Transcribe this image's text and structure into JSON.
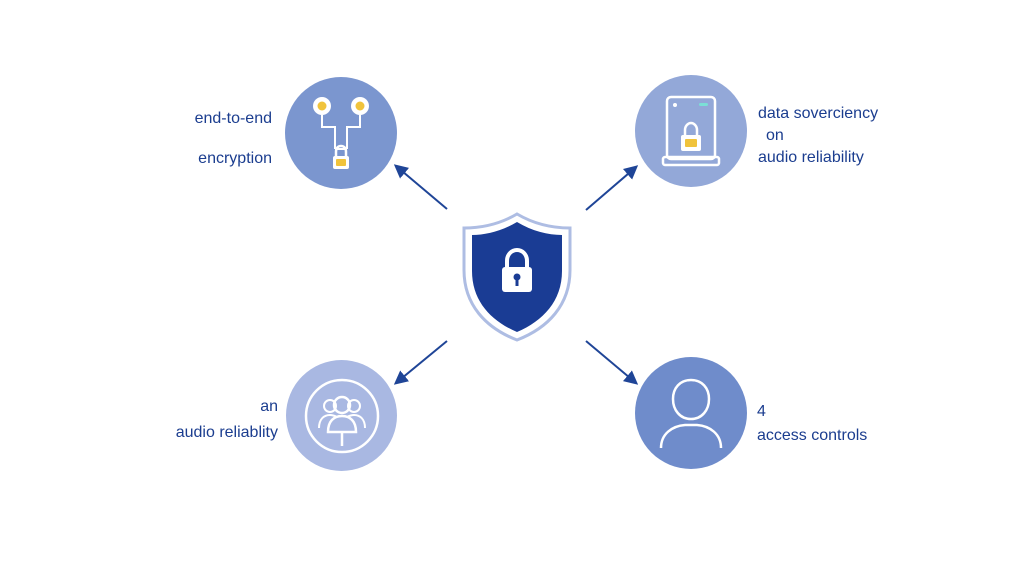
{
  "colors": {
    "text": "#1b3d8f",
    "arrow": "#1f4597",
    "shield_outer": "#aebde3",
    "shield_inner": "#1a3c94",
    "lock_accent": "#f0c33c"
  },
  "center": {
    "icon": "shield-lock-icon"
  },
  "nodes": {
    "top_left": {
      "icon": "key-lock-network-icon",
      "lines": [
        "end-to-end",
        "encryption"
      ]
    },
    "top_right": {
      "icon": "server-lock-icon",
      "lines": [
        "data soverciency",
        "on",
        "audio reliability"
      ]
    },
    "bottom_left": {
      "icon": "user-group-icon",
      "lines": [
        "an",
        "audio reliablity"
      ]
    },
    "bottom_right": {
      "icon": "user-icon",
      "lines": [
        "4",
        "access controls"
      ]
    }
  }
}
